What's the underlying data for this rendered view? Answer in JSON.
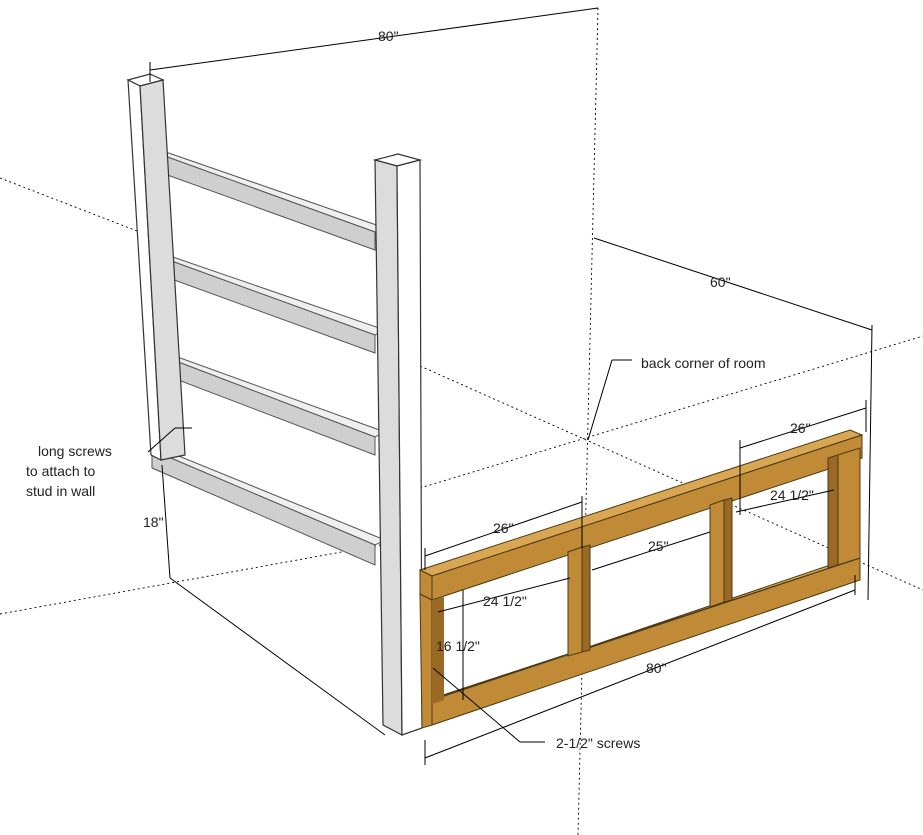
{
  "labels": {
    "top_width": "80\"",
    "depth": "60\"",
    "back_corner": "back corner of room",
    "long_screws_1": "long screws",
    "long_screws_2": "to attach to",
    "long_screws_3": "stud in wall",
    "height": "18\"",
    "upper_right_26": "26\"",
    "right_24_half": "24 1/2\"",
    "left_26": "26\"",
    "middle_25": "25\"",
    "left_24_half": "24 1/2\"",
    "inner_16_half": "16 1/2\"",
    "bottom_80": "80\"",
    "screws": "2-1/2\" screws"
  },
  "colors": {
    "wood_top": "#d9a653",
    "wood_front": "#c08a37",
    "wood_dark": "#9a6a24",
    "post_front": "#ffffff",
    "post_side": "#dcdcdc",
    "rail_top": "#efefef",
    "rail_front": "#cfcfcf",
    "rail_shadow": "#9a9a9a"
  }
}
